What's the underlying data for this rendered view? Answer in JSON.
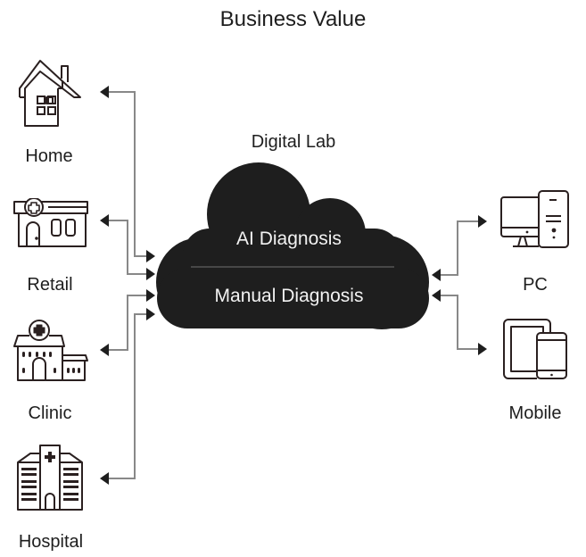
{
  "title": "Business Value",
  "cloud": {
    "label": "Digital Lab",
    "items": [
      "AI Diagnosis",
      "Manual Diagnosis"
    ],
    "fill": "#1e1e1e",
    "text_color": "#f2f2f2",
    "divider_color": "#555555"
  },
  "left_nodes": [
    {
      "label": "Home",
      "icon": "house-icon"
    },
    {
      "label": "Retail",
      "icon": "storefront-icon"
    },
    {
      "label": "Clinic",
      "icon": "clinic-building-icon"
    },
    {
      "label": "Hospital",
      "icon": "hospital-building-icon"
    }
  ],
  "right_nodes": [
    {
      "label": "PC",
      "icon": "desktop-computer-icon"
    },
    {
      "label": "Mobile",
      "icon": "tablet-phone-icon"
    }
  ],
  "colors": {
    "line": "#888888",
    "arrowhead": "#1e1e1e",
    "icon_stroke": "#2a2020"
  }
}
